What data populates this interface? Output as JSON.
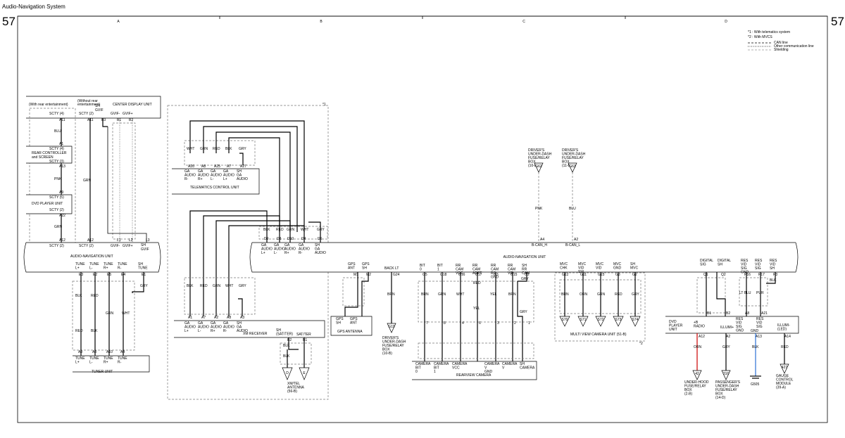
{
  "header": {
    "title": "Audio-Navigation System",
    "page_left": "57",
    "page_right": "57"
  },
  "columns": [
    "A",
    "B",
    "C",
    "D"
  ],
  "legend": {
    "note1": "*1 : With telematics system",
    "note2": "*2 : With MVCS",
    "can": "CAN line",
    "other": "Other communication line",
    "shield": "Shielding"
  },
  "markers": {
    "m1": "*1",
    "m2": "*2"
  },
  "left": {
    "center_display": "CENTER DISPLAY UNIT",
    "with_rear": "(With rear entertainment)",
    "without_rear_1": "(Without rear",
    "without_rear_2": "entertainment)",
    "scty4": "SCTY (4)",
    "scty2": "SCTY (2)",
    "scty3": "SCTY (3)",
    "scty5": "SCTY (5)",
    "sh_gvif_top_1": "SH",
    "sh_gvif_top_2": "GVIF",
    "gvif_minus": "GVIF-",
    "gvif_plus": "GVIF+",
    "pin_a11": "A11",
    "pin_b3": "B3",
    "pin_b1": "B1",
    "pin_b2": "B2",
    "pin_a1": "A1",
    "pin_a13": "A13",
    "pin_a9": "A9",
    "pin_a22": "A22",
    "pin_a12": "A12",
    "pin_l1": "L1",
    "pin_l2": "L2",
    "pin_l3": "L3",
    "rear_ctrl_1": "REAR CONTROLLER",
    "rear_ctrl_2": "and SCREEN",
    "dvd_unit": "DVD PLAYER UNIT",
    "blu": "BLU",
    "pnk": "PNK",
    "grn1": "GRN",
    "grn2": "GRN",
    "anu": "AUDIO-NAVIGATION UNIT",
    "bot_scty2": "SCTY (2)",
    "bot_scty2b": "SCTY (2)",
    "bot_gvif_minus": "GVIF-",
    "bot_gvif_plus": "GVIF+",
    "bot_sh_1": "SH",
    "bot_sh_2": "GVIF"
  },
  "tuner": {
    "labels": [
      "TUNE L+",
      "TUNE L-",
      "TUNE R+",
      "TUNE R-",
      "SH TUNE"
    ],
    "top_pins": [
      "E3",
      "E2",
      "E5",
      "E4",
      "E1"
    ],
    "wires_top": [
      "BLK",
      "RED",
      "GRN",
      "WHT",
      "GRY"
    ],
    "wires_bot": [
      "RED",
      "BLK"
    ],
    "bot_pins": [
      "A9",
      "A3",
      "A10",
      "A4"
    ],
    "bot_labels": [
      "TUNE L+",
      "TUNE L-",
      "TUNE R+",
      "TUNE R-"
    ],
    "name": "TUNER UNIT"
  },
  "telematics": {
    "wires": [
      "WHT",
      "GRN",
      "RED",
      "BLK",
      "GRY"
    ],
    "pins": [
      "A26",
      "A8",
      "A25",
      "A7",
      "A27"
    ],
    "labels": [
      "GA AUDIO R-",
      "GA AUDIO R+",
      "GA AUDIO L-",
      "GA AUDIO L+",
      "SH GA AUDIO"
    ],
    "name": "TELEMATICS CONTROL UNIT"
  },
  "anu_mid": {
    "wires": [
      "BLK",
      "RED",
      "GRN",
      "WHT",
      "GRY"
    ],
    "pins": [
      "D9",
      "D3",
      "D10",
      "D4",
      "D5"
    ],
    "labels": [
      "GA AUDIO L+",
      "GA AUDIO L-",
      "GA AUDIO R+",
      "GA AUDIO R-",
      "SH GA AUDIO"
    ]
  },
  "xm": {
    "wires": [
      "BLK",
      "RED",
      "GRN",
      "WHT",
      "GRY"
    ],
    "pins": [
      "A1",
      "A7",
      "A2",
      "A8",
      "A3"
    ],
    "labels": [
      "GA AUDIO L+",
      "GA AUDIO L-",
      "GA AUDIO R+",
      "GA AUDIO R-",
      "SH GA AUDIO"
    ],
    "name": "XM RECEIVER",
    "sh_sat": "SH (SAT/TER)",
    "sat": "SAT/TER",
    "pin_b2": "B2",
    "pin_b1": "B1",
    "blk1": "BLK",
    "blk2": "BLK",
    "ant_d": "D",
    "ant_e": "E",
    "antenna": "XM/TEL ANTENNA (56-B)"
  },
  "fuse": {
    "b1": "DRIVER'S UNDER-DASH FUSE/RELAY BOX (10-D)",
    "b2": "DRIVER'S UNDER-DASH FUSE/RELAY BOX (11-B)",
    "c1": "G62",
    "c2": "G63",
    "w1": "PNK",
    "w2": "BLU",
    "p1": "A4",
    "p2": "A2",
    "l1": "B-CAN_H",
    "l2": "B-CAN_L"
  },
  "anu_right": {
    "name": "AUDIO-NAVIGATION UNIT",
    "gps_labels": [
      "GPS ANT",
      "GPS SH"
    ],
    "gps_pins": [
      "M1",
      "M2"
    ],
    "gps_name": "GPS ANTENNA",
    "gps_bot": [
      "GPS SH",
      "GPS ANT"
    ],
    "back_lt": "BACK LT",
    "back_pin": "G24",
    "back_wire": "BRN",
    "back_conn": "G19",
    "back_box": "DRIVER'S UNDER-DASH FUSE/RELAY BOX (10-B)",
    "cam_labels": [
      "BIT 0",
      "BIT 1",
      "RR CAM VCC",
      "RR CAM ADPT",
      "RR CAM RC GND",
      "RR CAM VID",
      "SH RR CAM"
    ],
    "cam_pins": [
      "G5",
      "G18",
      "G16",
      "G17",
      "G3",
      "G15",
      "G2"
    ],
    "cam_wires": [
      "BRN",
      "GRN",
      "WHT",
      "RED",
      "YEL",
      "BRN",
      "GRY"
    ],
    "cam_yel2": "YEL",
    "cam_nums": [
      "7",
      "8",
      "4",
      "6",
      "3",
      "2",
      "1"
    ],
    "cam_bot": [
      "CAMERA BIT 0",
      "CAMERA BIT 1",
      "CAMERA VCC",
      "CAMERA V GND",
      "CAMERA V",
      "SH CAMERA"
    ],
    "cam_name": "REARVIEW CAMERA",
    "mvc_labels": [
      "MVC CHK",
      "MVC VID SW",
      "MVC VID",
      "MVC GND",
      "SH MVC"
    ],
    "mvc_pins": [
      "G12",
      "G11",
      "G15",
      "G3",
      "G2"
    ],
    "mvc_wires": [
      "BRN",
      "ORN",
      "GRN",
      "RED",
      "GRY"
    ],
    "mvc_conns": [
      "S70",
      "S71",
      "S72",
      "S73",
      "S74"
    ],
    "mvc_name": "MULTI VIEW CAMERA UNIT (51-B)",
    "dvd_labels": [
      "DIGITAL SIG",
      "DIGITAL SH",
      "RES VID SIG GND",
      "RES VID SIG",
      "RES VID SH"
    ],
    "dvd_pins": [
      "Q1",
      "Q2",
      "P16",
      "P17",
      "P3"
    ],
    "dvd_wires": [
      "LT BLU",
      "PUR",
      "BLK"
    ]
  },
  "dvd": {
    "name": "DVD PLAYER UNIT",
    "pins_top": [
      "B1",
      "B2",
      "A8",
      "A21"
    ],
    "labels": [
      "+B RADIO",
      "ILLUMI+",
      "GND",
      "ILLUMI- (LED)"
    ],
    "labels_top": [
      "DIGITAL SIG",
      "DIGITAL SH",
      "RES VID SIG GND",
      "RES VID SIG"
    ],
    "pins_bot": [
      "A12",
      "A2",
      "A13",
      "A14"
    ],
    "wires": [
      "ORN",
      "GRY",
      "BLK",
      "RED"
    ],
    "conns": [
      "42",
      "316",
      "427"
    ],
    "b1": "UNDER-HOOD FUSE/RELAY BOX (2-B)",
    "b2": "PASSENGER'S UNDER-DASH FUSE/RELAY BOX (14-D)",
    "ground": "G505",
    "b4": "GAUGE CONTROL MODULE (39-A)"
  }
}
